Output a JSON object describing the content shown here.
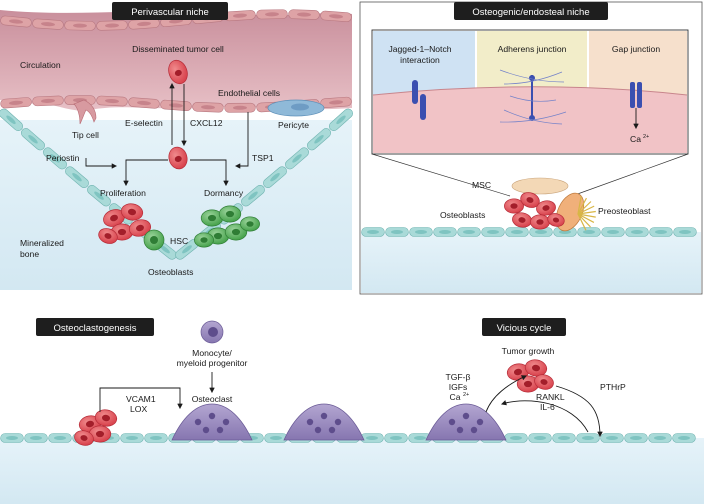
{
  "panels": {
    "perivascular": {
      "title": "Perivascular niche",
      "labels": {
        "circulation": "Circulation",
        "dtc": "Disseminated tumor cell",
        "endothelial": "Endothelial cells",
        "eselectin": "E-selectin",
        "cxcl12": "CXCL12",
        "pericyte": "Pericyte",
        "tipcell": "Tip cell",
        "periostin": "Periostin",
        "tsp1": "TSP1",
        "proliferation": "Proliferation",
        "dormancy": "Dormancy",
        "hsc": "HSC",
        "mineralized1": "Mineralized",
        "mineralized2": "bone",
        "osteoblasts": "Osteoblasts"
      }
    },
    "osteogenic": {
      "title": "Osteogenic/endosteal niche",
      "labels": {
        "jagged1": "Jagged-1–Notch",
        "jagged2": "interaction",
        "adherens": "Adherens junction",
        "gap": "Gap junction",
        "ca": "Ca",
        "ca_sup": "2+",
        "msc": "MSC",
        "osteoblasts": "Osteoblasts",
        "preosteoblast": "Preosteoblast"
      }
    },
    "osteoclastogenesis": {
      "title": "Osteoclastogenesis",
      "labels": {
        "monocyte1": "Monocyte/",
        "monocyte2": "myeloid progenitor",
        "vcam1": "VCAM1",
        "lox": "LOX",
        "osteoclast": "Osteoclast"
      }
    },
    "vicious": {
      "title": "Vicious cycle",
      "labels": {
        "tumor": "Tumor growth",
        "tgfb": "TGF-β",
        "igfs": "IGFs",
        "ca": "Ca",
        "ca_sup": "2+",
        "pthrp": "PTHrP",
        "rankl": "RANKL",
        "il6": "IL-6"
      }
    }
  },
  "colors": {
    "title_badge": "#1e1e1e",
    "bone": "#dcedf5",
    "vessel": "#dcadb5",
    "endothelial": "#dea3a6",
    "osteoblast": "#a9dad8",
    "tumor": "#e2575e",
    "hsc": "#63b566",
    "osteoclast": "#8e7eb5",
    "pericyte": "#88b3d4",
    "junction_bg_notch": "#cfe2f3",
    "junction_bg_adherens": "#f2edc9",
    "junction_bg_gap": "#f6e0cc",
    "junction_receptor": "#3b4fb0"
  }
}
